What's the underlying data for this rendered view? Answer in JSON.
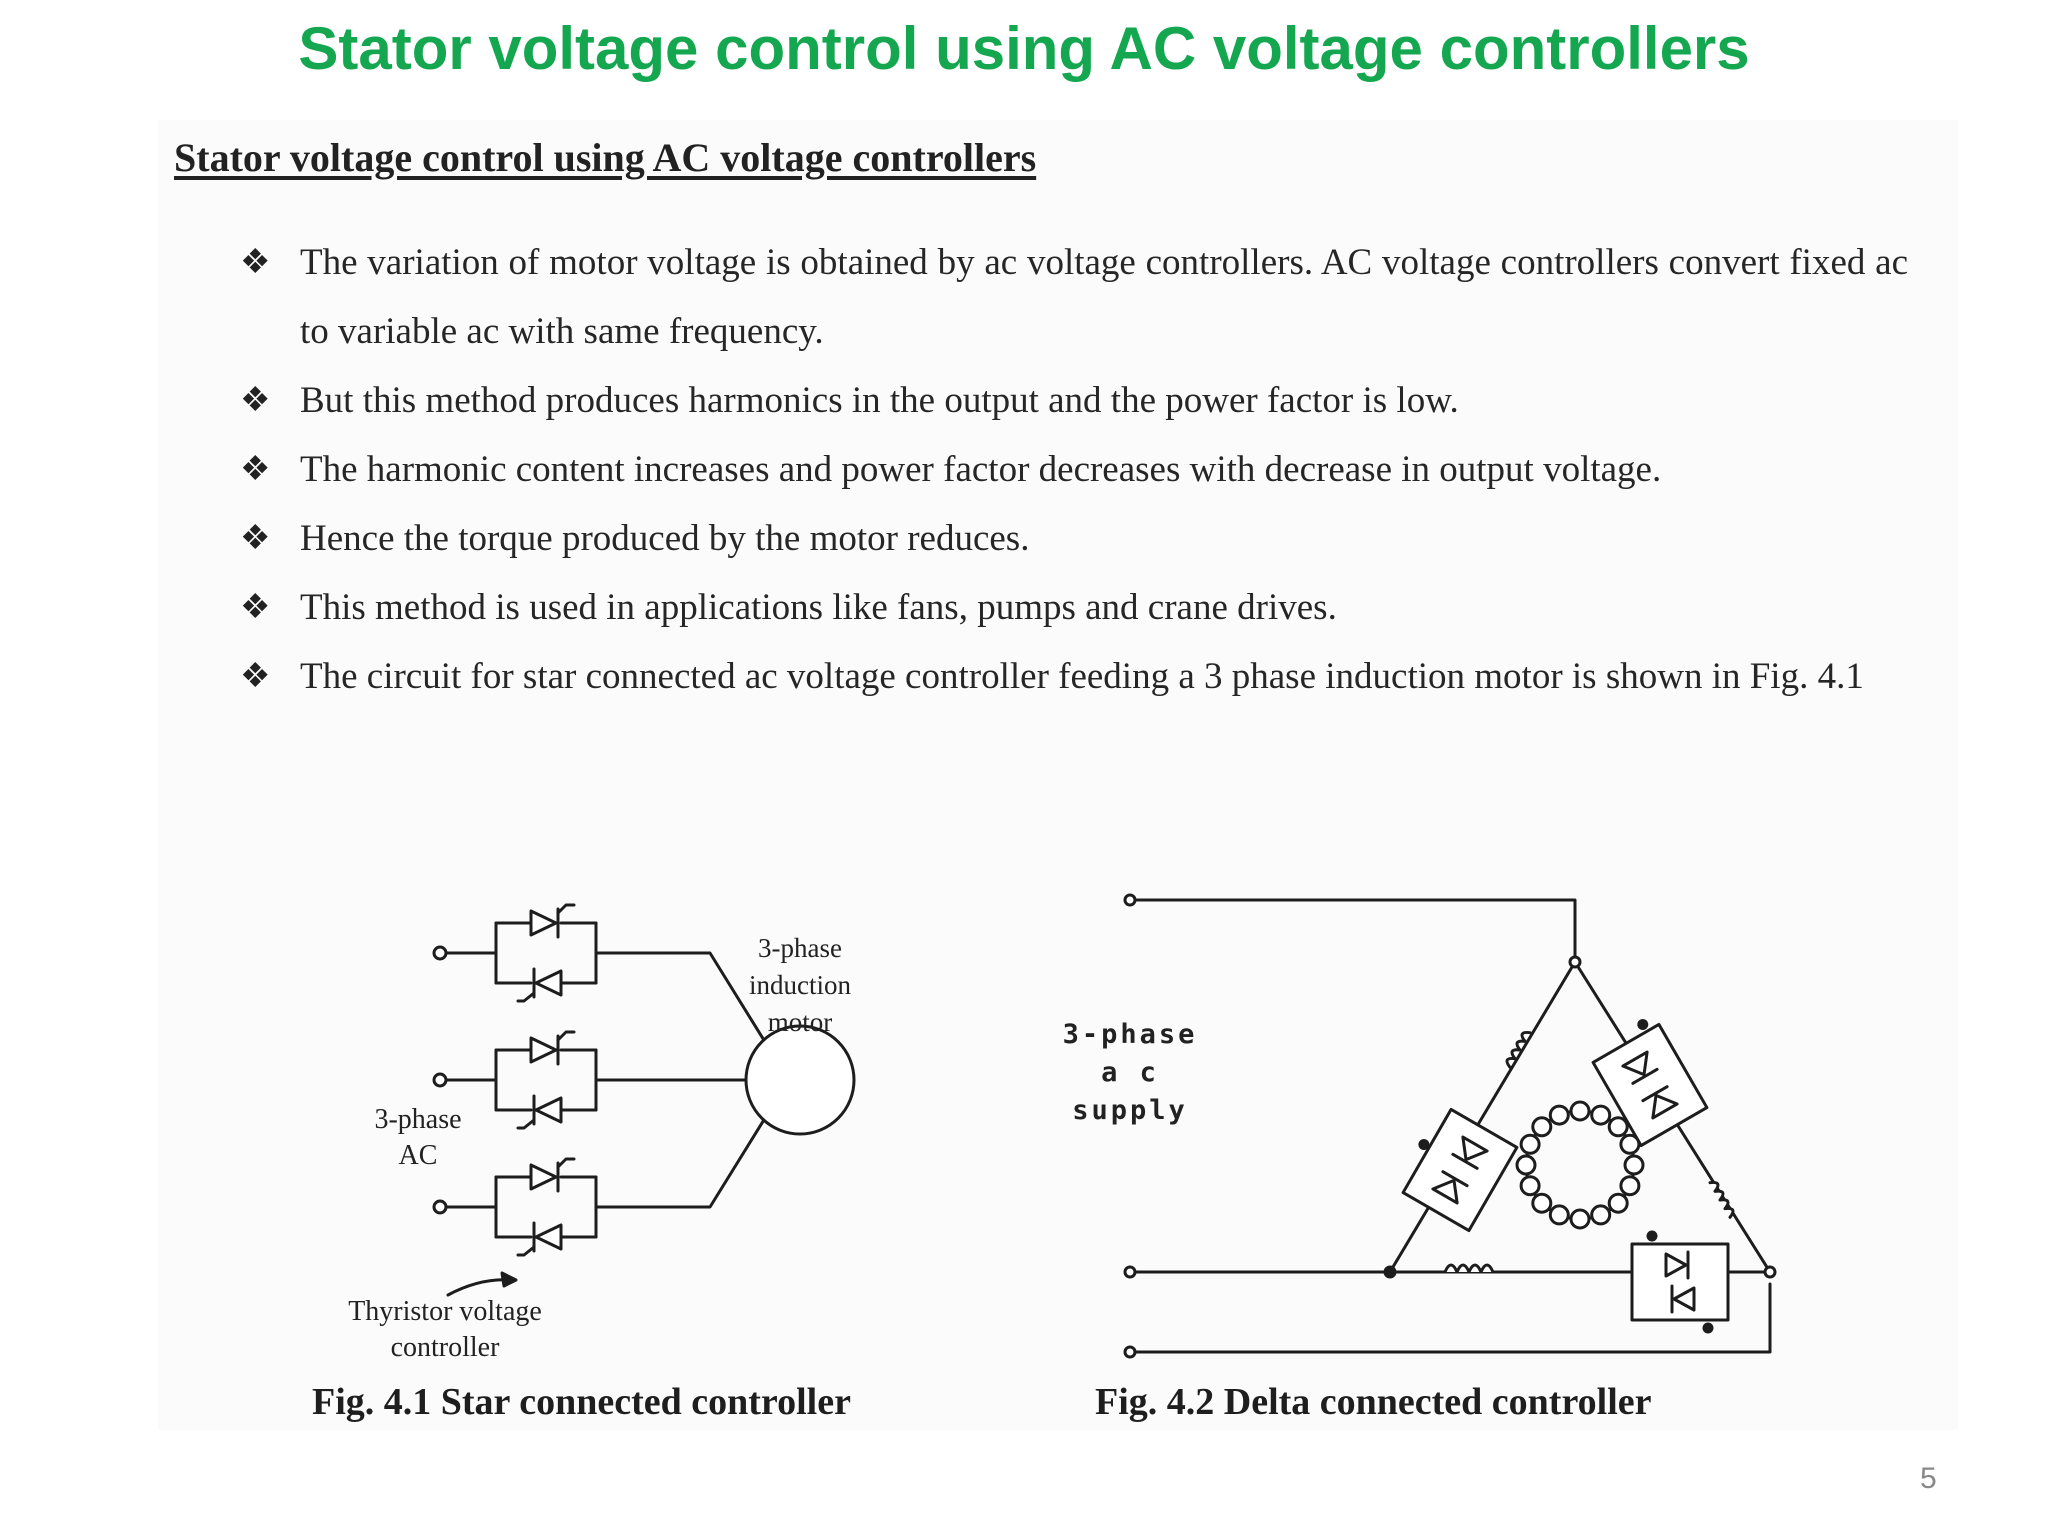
{
  "slide_title": "Stator voltage control using AC voltage controllers",
  "section_heading": "Stator voltage control using AC voltage controllers",
  "bullet_icon": "diamond-bullet-icon",
  "bullets": [
    "The variation of motor voltage is obtained by ac voltage controllers. AC voltage controllers convert fixed ac to variable ac with same frequency.",
    "But this method produces harmonics in the output and the power factor is low.",
    "The harmonic content increases and power factor decreases with decrease in output voltage.",
    "Hence the torque produced by the motor reduces.",
    "This method is used in applications like fans, pumps and crane drives.",
    "The circuit for star connected ac voltage controller feeding a 3 phase induction motor is shown in Fig. 4.1"
  ],
  "figures": {
    "star": {
      "caption": "Fig. 4.1 Star connected controller",
      "motor_label_1": "3-phase",
      "motor_label_2": "induction",
      "motor_label_3": "motor",
      "ac_label_1": "3-phase",
      "ac_label_2": "AC",
      "controller_label_1": "Thyristor voltage",
      "controller_label_2": "controller"
    },
    "delta": {
      "caption": "Fig. 4.2 Delta connected controller",
      "supply_label_1": "3-phase",
      "supply_label_2": "a c",
      "supply_label_3": "supply"
    }
  },
  "page_number": "5"
}
